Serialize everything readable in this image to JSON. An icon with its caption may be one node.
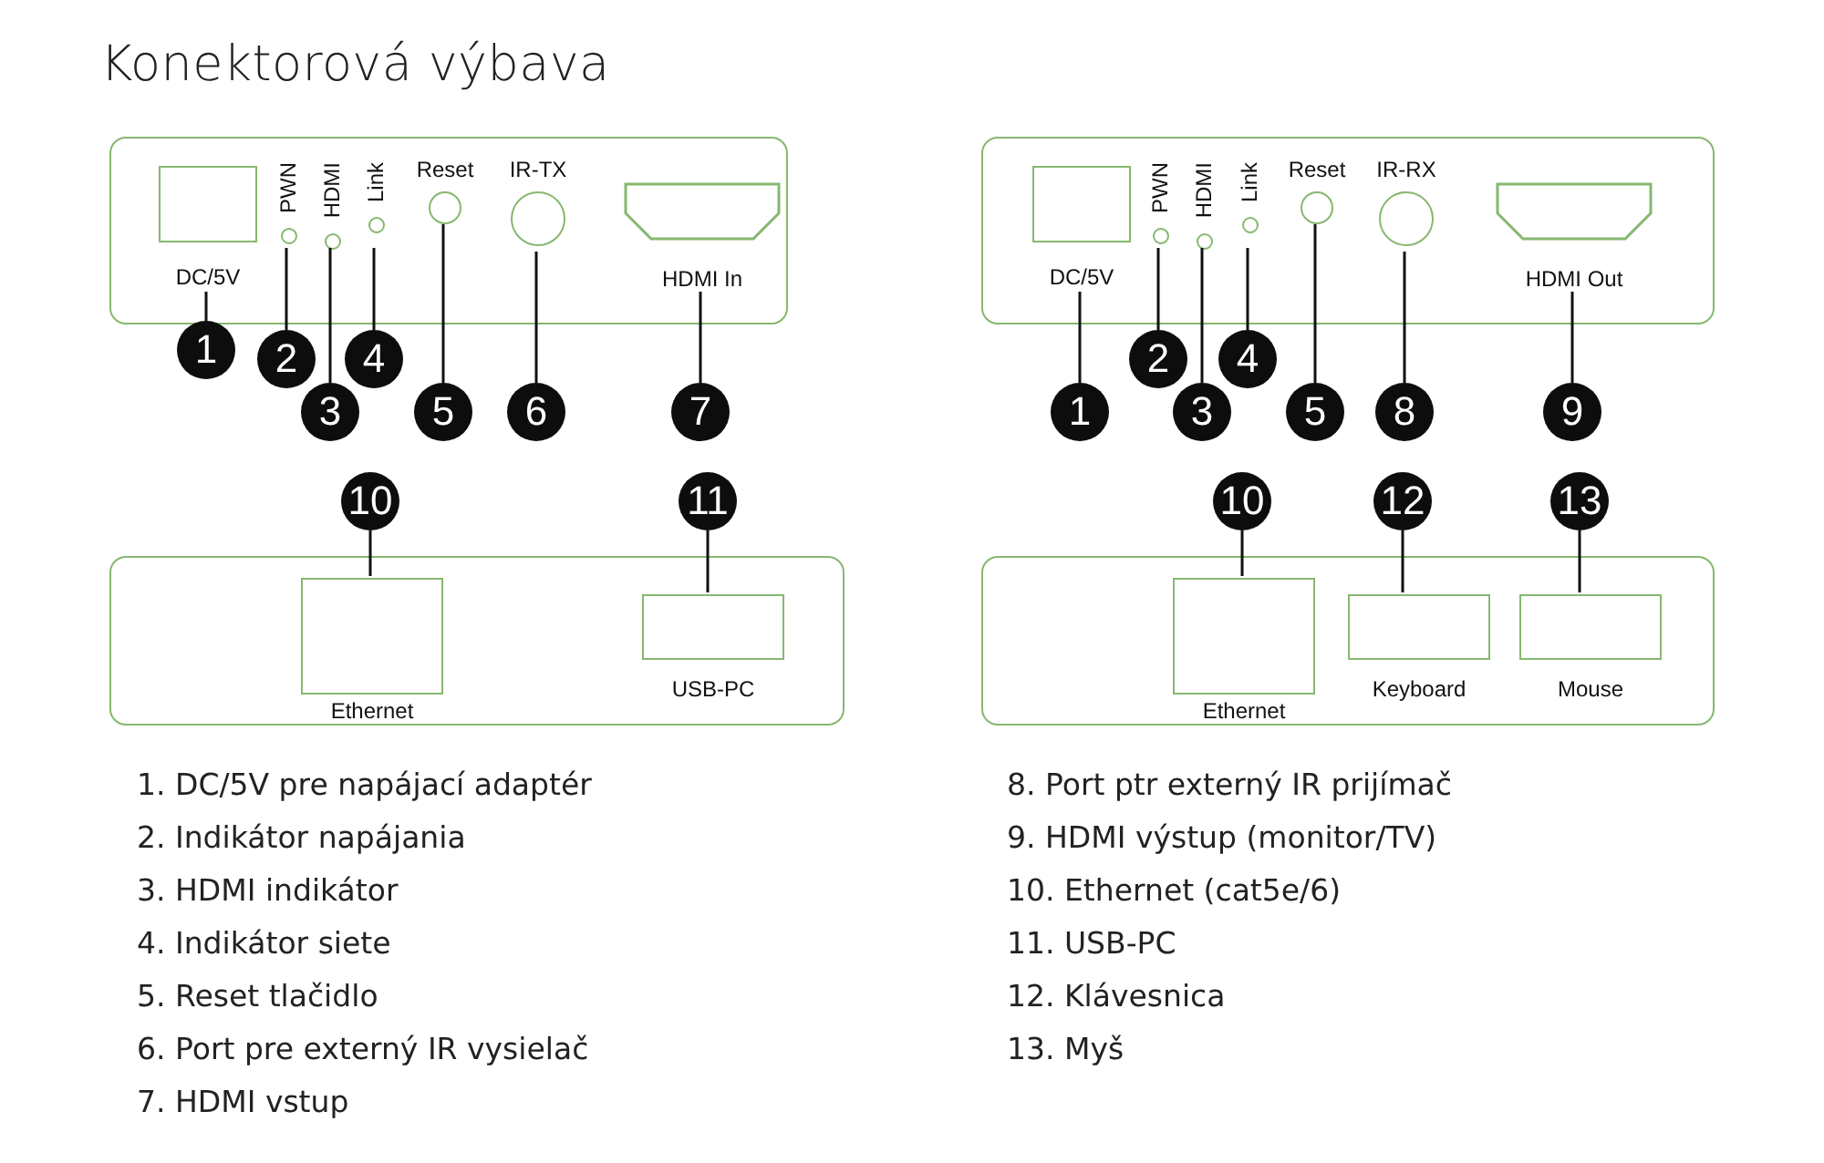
{
  "diagram": {
    "title": "Konektorová výbava",
    "nodes": [
      {
        "text": [],
        "shape": "box"
      },
      {
        "text": [
          "DC/5V"
        ],
        "in": 0
      },
      {
        "text": [
          "PWN"
        ],
        "in": 0
      },
      {
        "text": [
          "HDMI"
        ],
        "in": 0
      },
      {
        "text": [
          "Link"
        ],
        "in": 0
      },
      {
        "text": [
          "Reset"
        ],
        "in": 0
      },
      {
        "text": [
          "IR-TX"
        ],
        "in": 0
      },
      {
        "text": [
          "HDMI In"
        ],
        "in": 0
      },
      {
        "text": [],
        "shape": "box"
      },
      {
        "text": [
          "DC/5V"
        ],
        "in": 8
      },
      {
        "text": [
          "PWN"
        ],
        "in": 8
      },
      {
        "text": [
          "HDMI"
        ],
        "in": 8
      },
      {
        "text": [
          "Link"
        ],
        "in": 8
      },
      {
        "text": [
          "Reset"
        ],
        "in": 8
      },
      {
        "text": [
          "IR-RX"
        ],
        "in": 8
      },
      {
        "text": [
          "HDMI Out"
        ],
        "in": 8
      },
      {
        "text": [],
        "shape": "box"
      },
      {
        "text": [
          "Ethernet"
        ],
        "in": 16
      },
      {
        "text": [
          "USB-PC"
        ],
        "in": 16
      },
      {
        "text": [],
        "shape": "box"
      },
      {
        "text": [
          "Ethernet"
        ],
        "in": 19
      },
      {
        "text": [
          "Keyboard"
        ],
        "in": 19
      },
      {
        "text": [
          "Mouse"
        ],
        "in": 19
      },
      {
        "text": [
          "1"
        ]
      },
      {
        "text": [
          "2"
        ]
      },
      {
        "text": [
          "3"
        ]
      },
      {
        "text": [
          "4"
        ]
      },
      {
        "text": [
          "5"
        ]
      },
      {
        "text": [
          "6"
        ]
      },
      {
        "text": [
          "7"
        ]
      },
      {
        "text": [
          "1"
        ]
      },
      {
        "text": [
          "2"
        ]
      },
      {
        "text": [
          "3"
        ]
      },
      {
        "text": [
          "4"
        ]
      },
      {
        "text": [
          "5"
        ]
      },
      {
        "text": [
          "8"
        ]
      },
      {
        "text": [
          "9"
        ]
      },
      {
        "text": [
          "10"
        ]
      },
      {
        "text": [
          "11"
        ]
      },
      {
        "text": [
          "10"
        ]
      },
      {
        "text": [
          "12"
        ]
      },
      {
        "text": [
          "13"
        ]
      }
    ],
    "edges": [
      {
        "from": 23,
        "to": 1,
        "arrow": "none"
      },
      {
        "from": 24,
        "to": 2,
        "arrow": "none"
      },
      {
        "from": 25,
        "to": 3,
        "arrow": "none"
      },
      {
        "from": 26,
        "to": 4,
        "arrow": "none"
      },
      {
        "from": 27,
        "to": 5,
        "arrow": "none"
      },
      {
        "from": 28,
        "to": 6,
        "arrow": "none"
      },
      {
        "from": 29,
        "to": 7,
        "arrow": "none"
      },
      {
        "from": 30,
        "to": 9,
        "arrow": "none"
      },
      {
        "from": 31,
        "to": 10,
        "arrow": "none"
      },
      {
        "from": 32,
        "to": 11,
        "arrow": "none"
      },
      {
        "from": 33,
        "to": 12,
        "arrow": "none"
      },
      {
        "from": 34,
        "to": 13,
        "arrow": "none"
      },
      {
        "from": 35,
        "to": 14,
        "arrow": "none"
      },
      {
        "from": 36,
        "to": 15,
        "arrow": "none"
      },
      {
        "from": 37,
        "to": 17,
        "arrow": "none"
      },
      {
        "from": 38,
        "to": 18,
        "arrow": "none"
      },
      {
        "from": 39,
        "to": 20,
        "arrow": "none"
      },
      {
        "from": 40,
        "to": 21,
        "arrow": "none"
      },
      {
        "from": 41,
        "to": 22,
        "arrow": "none"
      }
    ],
    "labels": [
      "1. DC/5V pre napájací adaptér",
      "8. Port ptr externý IR prijímač",
      "2. Indikátor napájania",
      "9. HDMI výstup (monitor/TV)",
      "3. HDMI indikátor",
      "10. Ethernet (cat5e/6)",
      "4. Indikátor siete",
      "11. USB-PC",
      "5. Reset tlačidlo",
      "12. Klávesnica",
      "6. Port pre externý IR vysielač",
      "13. Myš",
      "7. HDMI vstup"
    ]
  }
}
